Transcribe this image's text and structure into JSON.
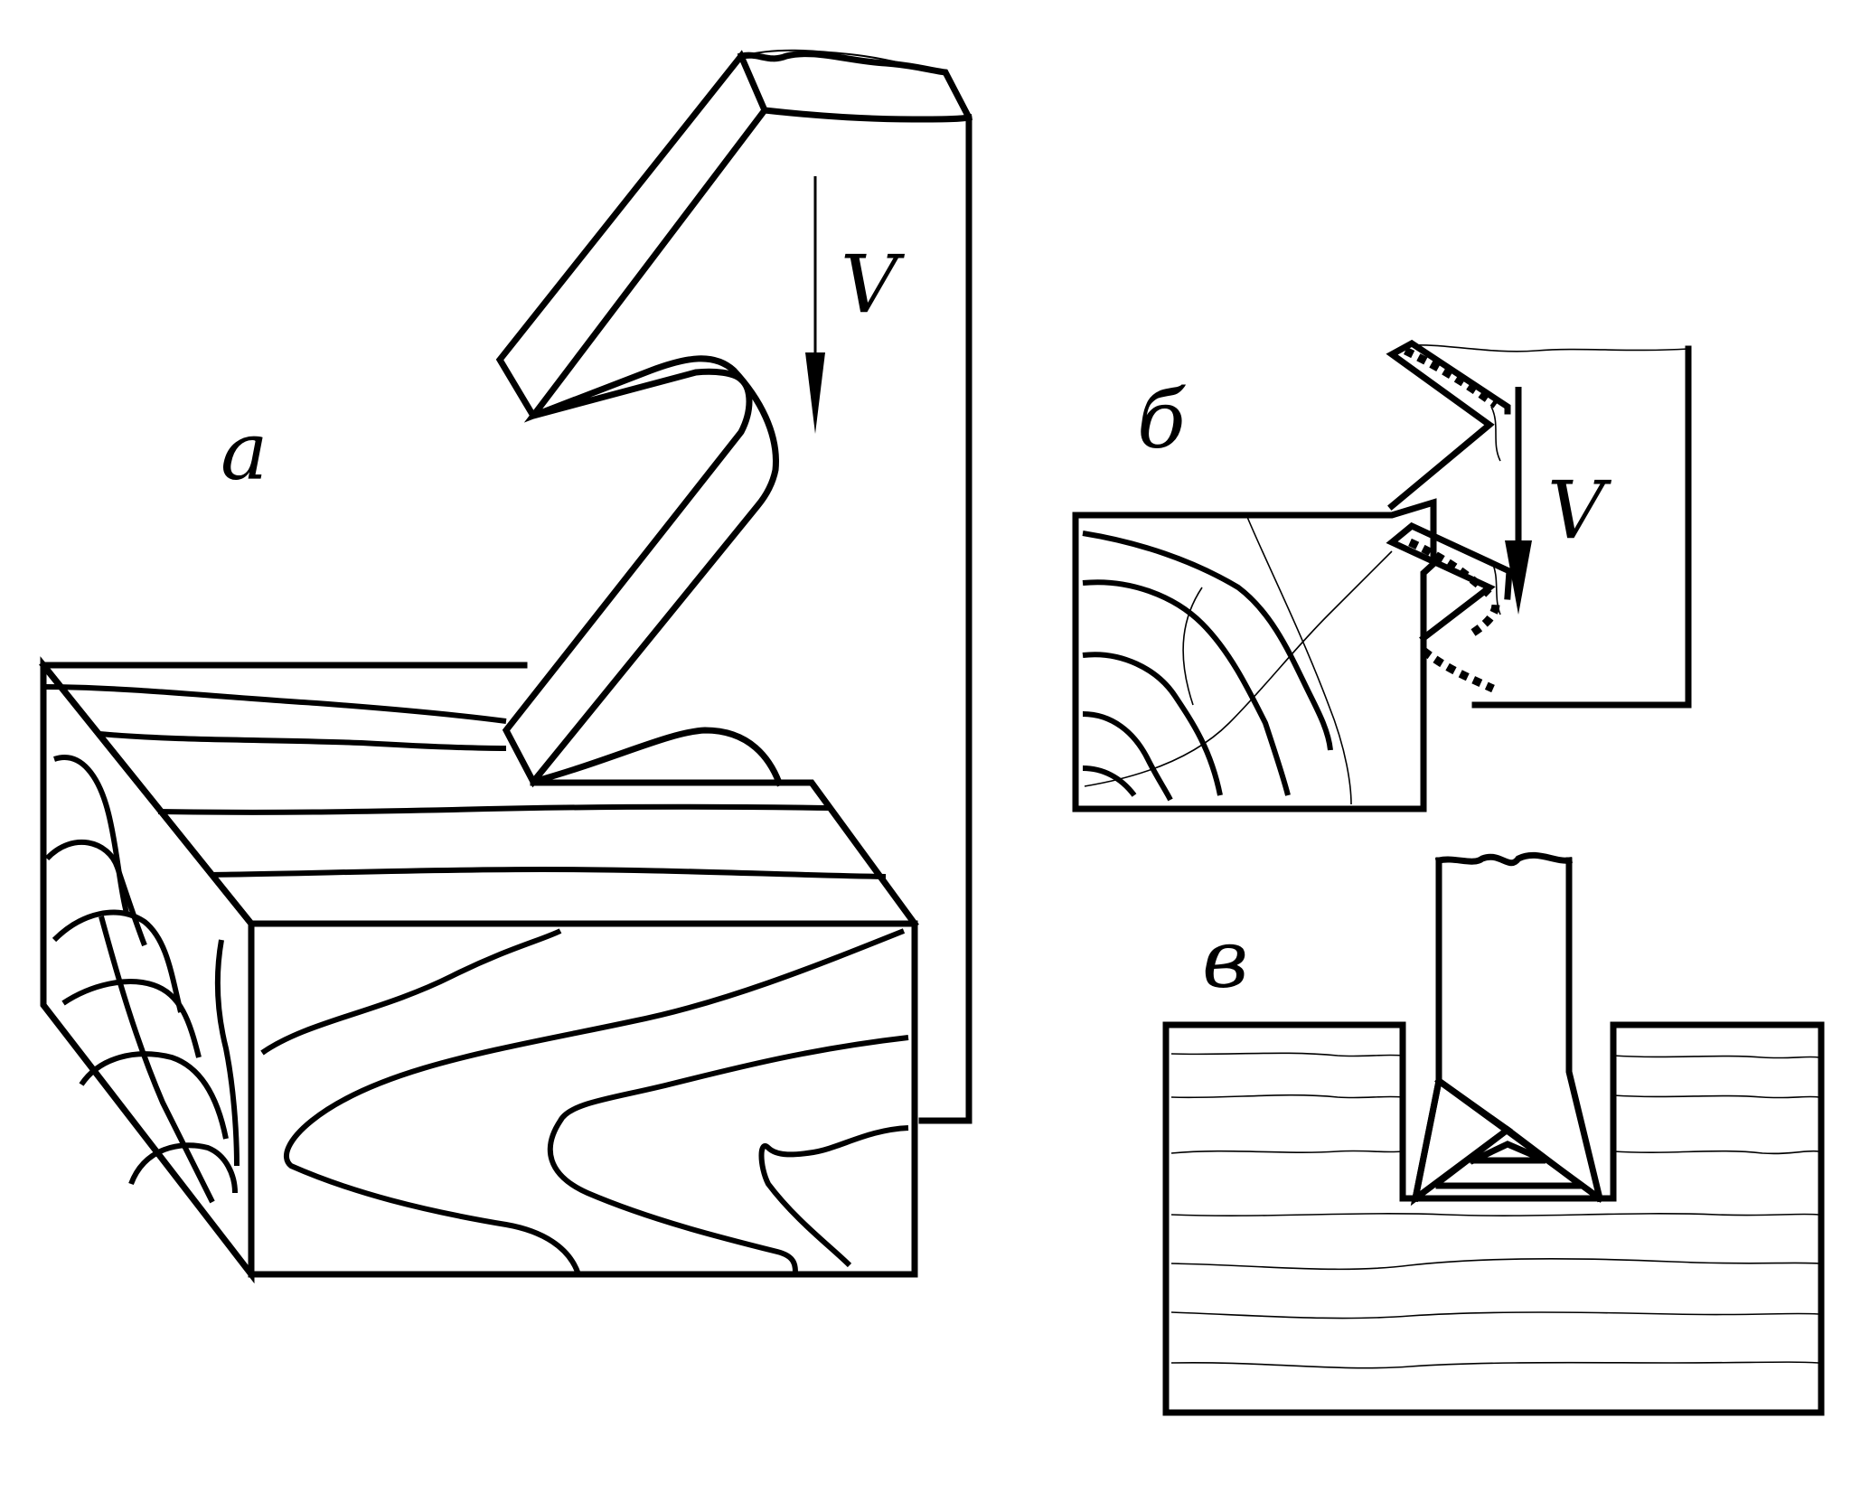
{
  "labels": {
    "panel_a": "а",
    "panel_b": "б",
    "panel_v": "в",
    "velocity_a": "V",
    "velocity_b": "V"
  },
  "colors": {
    "ink": "#000000",
    "paper": "#ffffff"
  }
}
